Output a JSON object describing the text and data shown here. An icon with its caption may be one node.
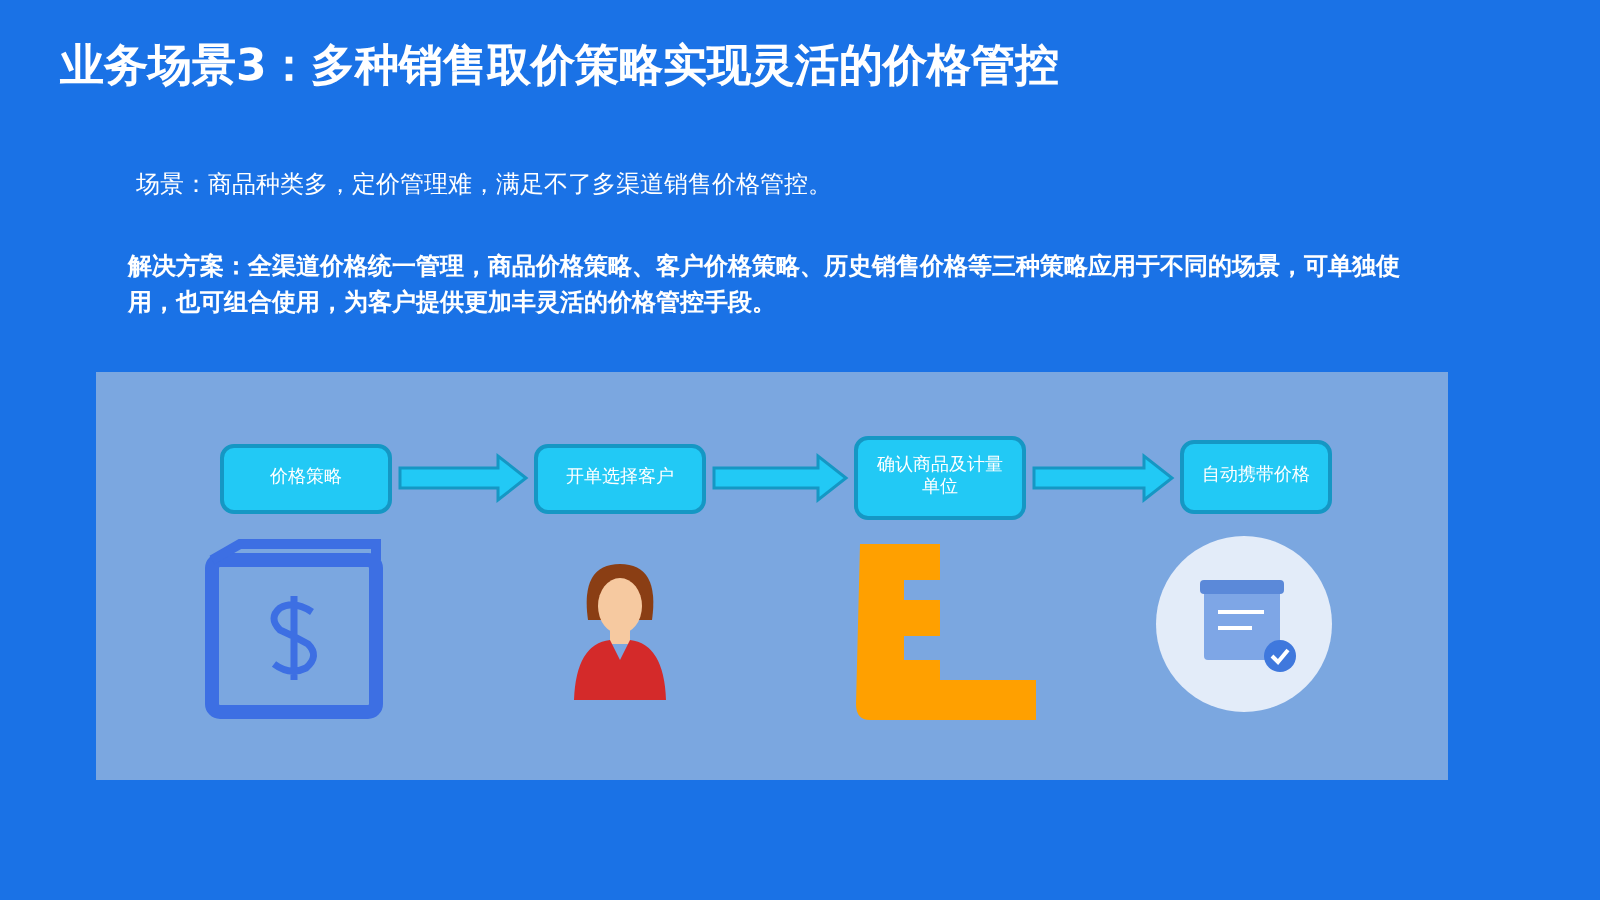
{
  "diagram": {
    "title": "业务场景3：多种销售取价策略实现灵活的价格管控",
    "nodes": [
      {
        "text": [
          "价格策略"
        ]
      },
      {
        "text": [
          "开单选择客户"
        ]
      },
      {
        "text": [
          "确认商品及计量单位"
        ]
      },
      {
        "text": [
          "自动携带价格"
        ]
      }
    ],
    "edges": [
      {
        "from": 0,
        "to": 1,
        "arrow": "to"
      },
      {
        "from": 1,
        "to": 2,
        "arrow": "to"
      },
      {
        "from": 2,
        "to": 3,
        "arrow": "to"
      }
    ],
    "labels": [
      "场景：商品种类多，定价管理难，满足不了多渠道销售价格管控。",
      "解决方案：全渠道价格统一管理，商品价格策略、客户价格策略、历史销售价格等三种策略应用于不同的场景，可单独使用，也可组合使用，为客户提供更加丰灵活的价格管控手段。"
    ]
  }
}
